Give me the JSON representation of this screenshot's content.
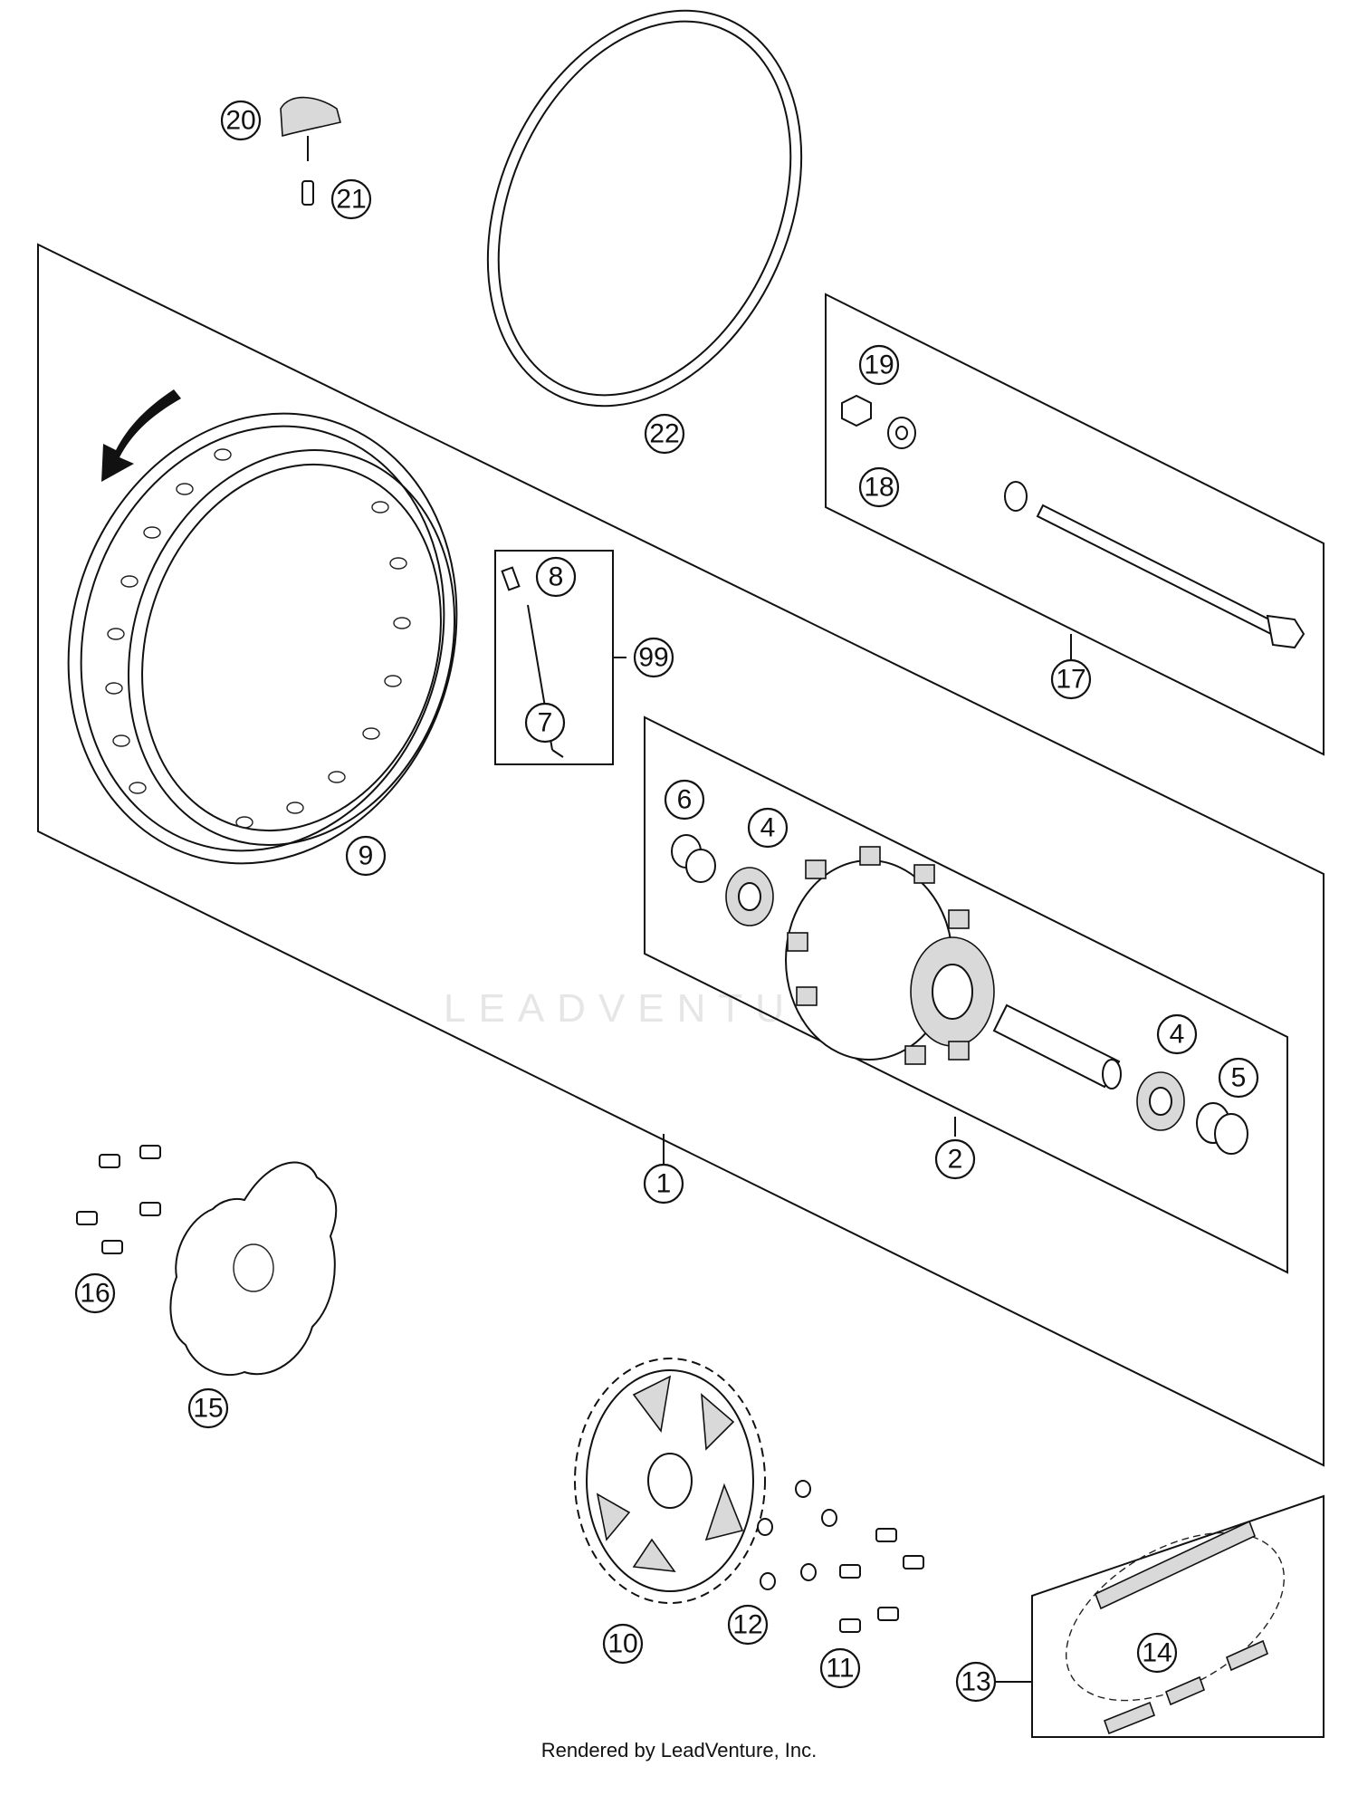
{
  "callouts": [
    {
      "id": "c1",
      "label": "1"
    },
    {
      "id": "c2",
      "label": "2"
    },
    {
      "id": "c4a",
      "label": "4"
    },
    {
      "id": "c4b",
      "label": "4"
    },
    {
      "id": "c5",
      "label": "5"
    },
    {
      "id": "c6",
      "label": "6"
    },
    {
      "id": "c7",
      "label": "7"
    },
    {
      "id": "c8",
      "label": "8"
    },
    {
      "id": "c9",
      "label": "9"
    },
    {
      "id": "c10",
      "label": "10"
    },
    {
      "id": "c11",
      "label": "11"
    },
    {
      "id": "c12",
      "label": "12"
    },
    {
      "id": "c13",
      "label": "13"
    },
    {
      "id": "c14",
      "label": "14"
    },
    {
      "id": "c15",
      "label": "15"
    },
    {
      "id": "c16",
      "label": "16"
    },
    {
      "id": "c17",
      "label": "17"
    },
    {
      "id": "c18",
      "label": "18"
    },
    {
      "id": "c19",
      "label": "19"
    },
    {
      "id": "c20",
      "label": "20"
    },
    {
      "id": "c21",
      "label": "21"
    },
    {
      "id": "c22",
      "label": "22"
    },
    {
      "id": "c99",
      "label": "99"
    }
  ],
  "watermark": "LEADVENTURE",
  "footer": "Rendered by LeadVenture, Inc."
}
